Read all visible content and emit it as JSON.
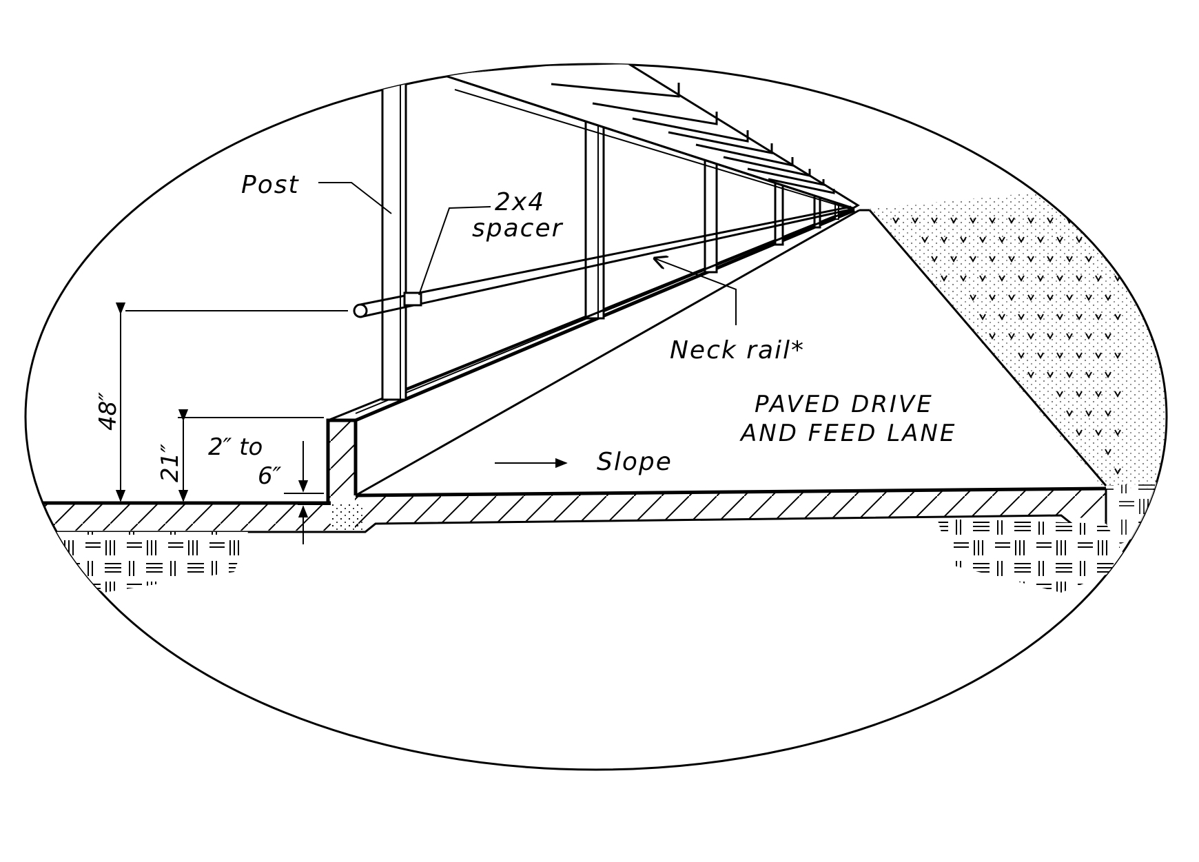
{
  "labels": {
    "post": "Post",
    "spacer_line1": "2x4",
    "spacer_line2": "spacer",
    "neck_rail": "Neck rail*",
    "paved_line1": "PAVED DRIVE",
    "paved_line2": "AND FEED LANE",
    "slope": "Slope"
  },
  "dimensions": {
    "rail_height": "48″",
    "curb_height": "21″",
    "step_line1": "2″ to",
    "step_line2": "6″"
  },
  "colors": {
    "ink": "#000000",
    "paper": "#ffffff"
  }
}
